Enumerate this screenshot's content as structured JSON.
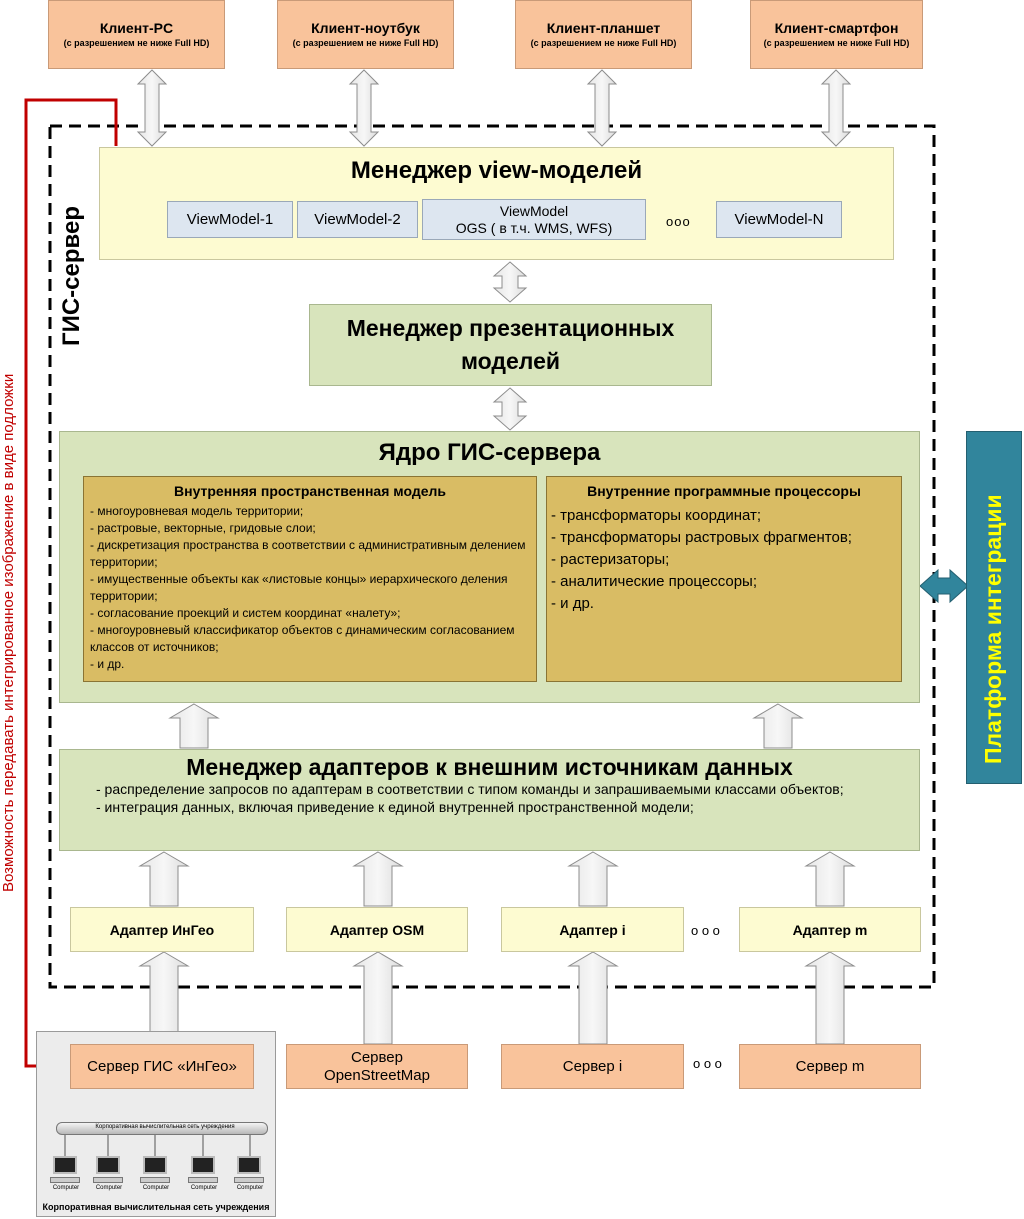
{
  "clients": [
    {
      "title": "Клиент-PC",
      "subtitle": "(с разрешением не ниже Full HD)"
    },
    {
      "title": "Клиент-ноутбук",
      "subtitle": "(с разрешением не ниже Full HD)"
    },
    {
      "title": "Клиент-планшет",
      "subtitle": "(с разрешением не ниже Full HD)"
    },
    {
      "title": "Клиент-смартфон",
      "subtitle": "(с разрешением не ниже Full HD)"
    }
  ],
  "gis_server_label": "ГИС-сервер",
  "side_note": "Возможность передавать интегрированное изображение в виде подложки",
  "view_manager": {
    "title": "Менеджер view-моделей",
    "models": [
      "ViewModel-1",
      "ViewModel-2"
    ],
    "ogs_line1": "ViewModel",
    "ogs_line2": "OGS ( в т.ч. WMS, WFS)",
    "ellipsis": "ooo",
    "last_model": "ViewModel-N"
  },
  "presentation_manager": {
    "line1": "Менеджер презентационных",
    "line2": "моделей"
  },
  "core": {
    "title": "Ядро ГИС-сервера",
    "spatial_model": {
      "title": "Внутренняя пространственная модель",
      "items": [
        "- многоуровневая модель территории;",
        "- растровые, векторные, гридовые слои;",
        "- дискретизация пространства в соответствии с административным делением территории;",
        "- имущественные объекты как «листовые концы» иерархического деления территории;",
        "- согласование проекций и систем координат «налету»;",
        "- многоуровневый классификатор объектов с динамическим согласованием классов от источников;",
        "- и др."
      ]
    },
    "processors": {
      "title": "Внутренние программные процессоры",
      "items": [
        "- трансформаторы координат;",
        "- трансформаторы растровых фрагментов;",
        "- растеризаторы;",
        "- аналитические процессоры;",
        "- и др."
      ]
    }
  },
  "integration_platform": "Платформа интеграции",
  "adapter_manager": {
    "title": "Менеджер адаптеров к внешним источникам данных",
    "items": [
      "- распределение запросов по адаптерам в соответствии с типом команды и запрашиваемыми классами объектов;",
      "- интеграция данных, включая приведение к единой внутренней пространственной модели;"
    ]
  },
  "adapters": [
    "Адаптер ИнГео",
    "Адаптер OSM",
    "Адаптер i",
    "Адаптер m"
  ],
  "adapters_ellipsis": "o o o",
  "servers": [
    "Сервер ГИС «ИнГео»",
    "Сервер OpenStreetMap",
    "Сервер i",
    "Сервер m"
  ],
  "servers_ellipsis": "o o o",
  "network": {
    "bus_label": "Корпоративная вычислительная сеть учреждения",
    "computer_label": "Computer",
    "caption": "Корпоративная вычислительная сеть учреждения"
  },
  "colors": {
    "client": "#f9c39b",
    "view_panel": "#fdfbd1",
    "green": "#d8e4bc",
    "gold": "#d9bc64",
    "platform": "#31859c",
    "platform_text": "#ffff00",
    "red_line": "#c00000"
  }
}
